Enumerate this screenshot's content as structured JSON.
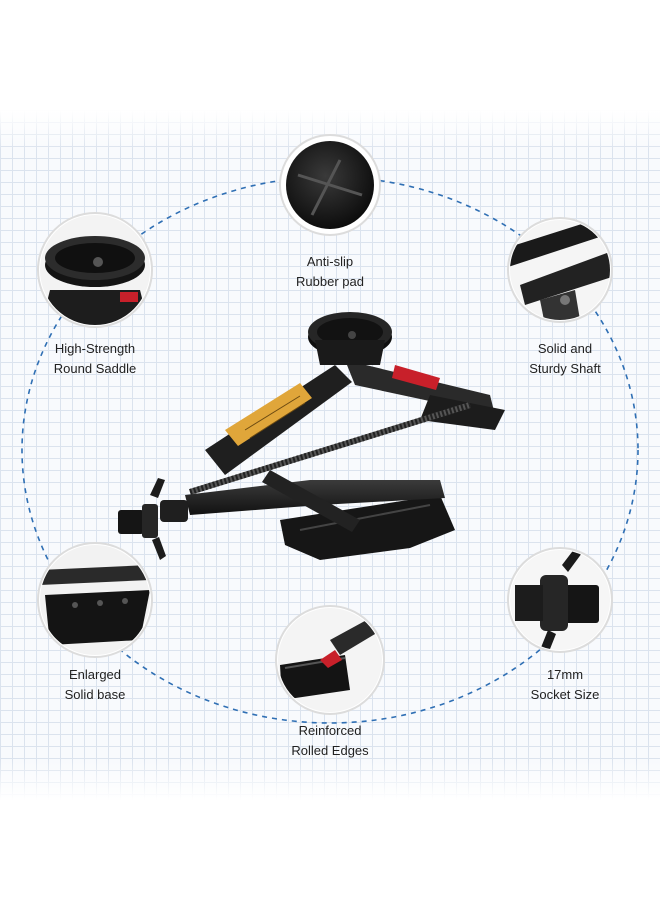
{
  "features": [
    {
      "line1": "Anti-slip",
      "line2": "Rubber pad",
      "icon": "rubber-pad-icon"
    },
    {
      "line1": "High-Strength",
      "line2": "Round Saddle",
      "icon": "round-saddle-icon"
    },
    {
      "line1": "Solid and",
      "line2": "Sturdy Shaft",
      "icon": "shaft-icon"
    },
    {
      "line1": "Enlarged",
      "line2": "Solid base",
      "icon": "base-icon"
    },
    {
      "line1": "17mm",
      "line2": "Socket Size",
      "icon": "socket-icon"
    },
    {
      "line1": "Reinforced",
      "line2": "Rolled Edges",
      "icon": "rolled-edges-icon"
    }
  ],
  "colors": {
    "ring": "#2f6fb4",
    "metal": "#1a1a1a",
    "grid": "#dbe3ee",
    "label_sticker": "#e0a63a",
    "warning_sticker": "#c8202a"
  }
}
